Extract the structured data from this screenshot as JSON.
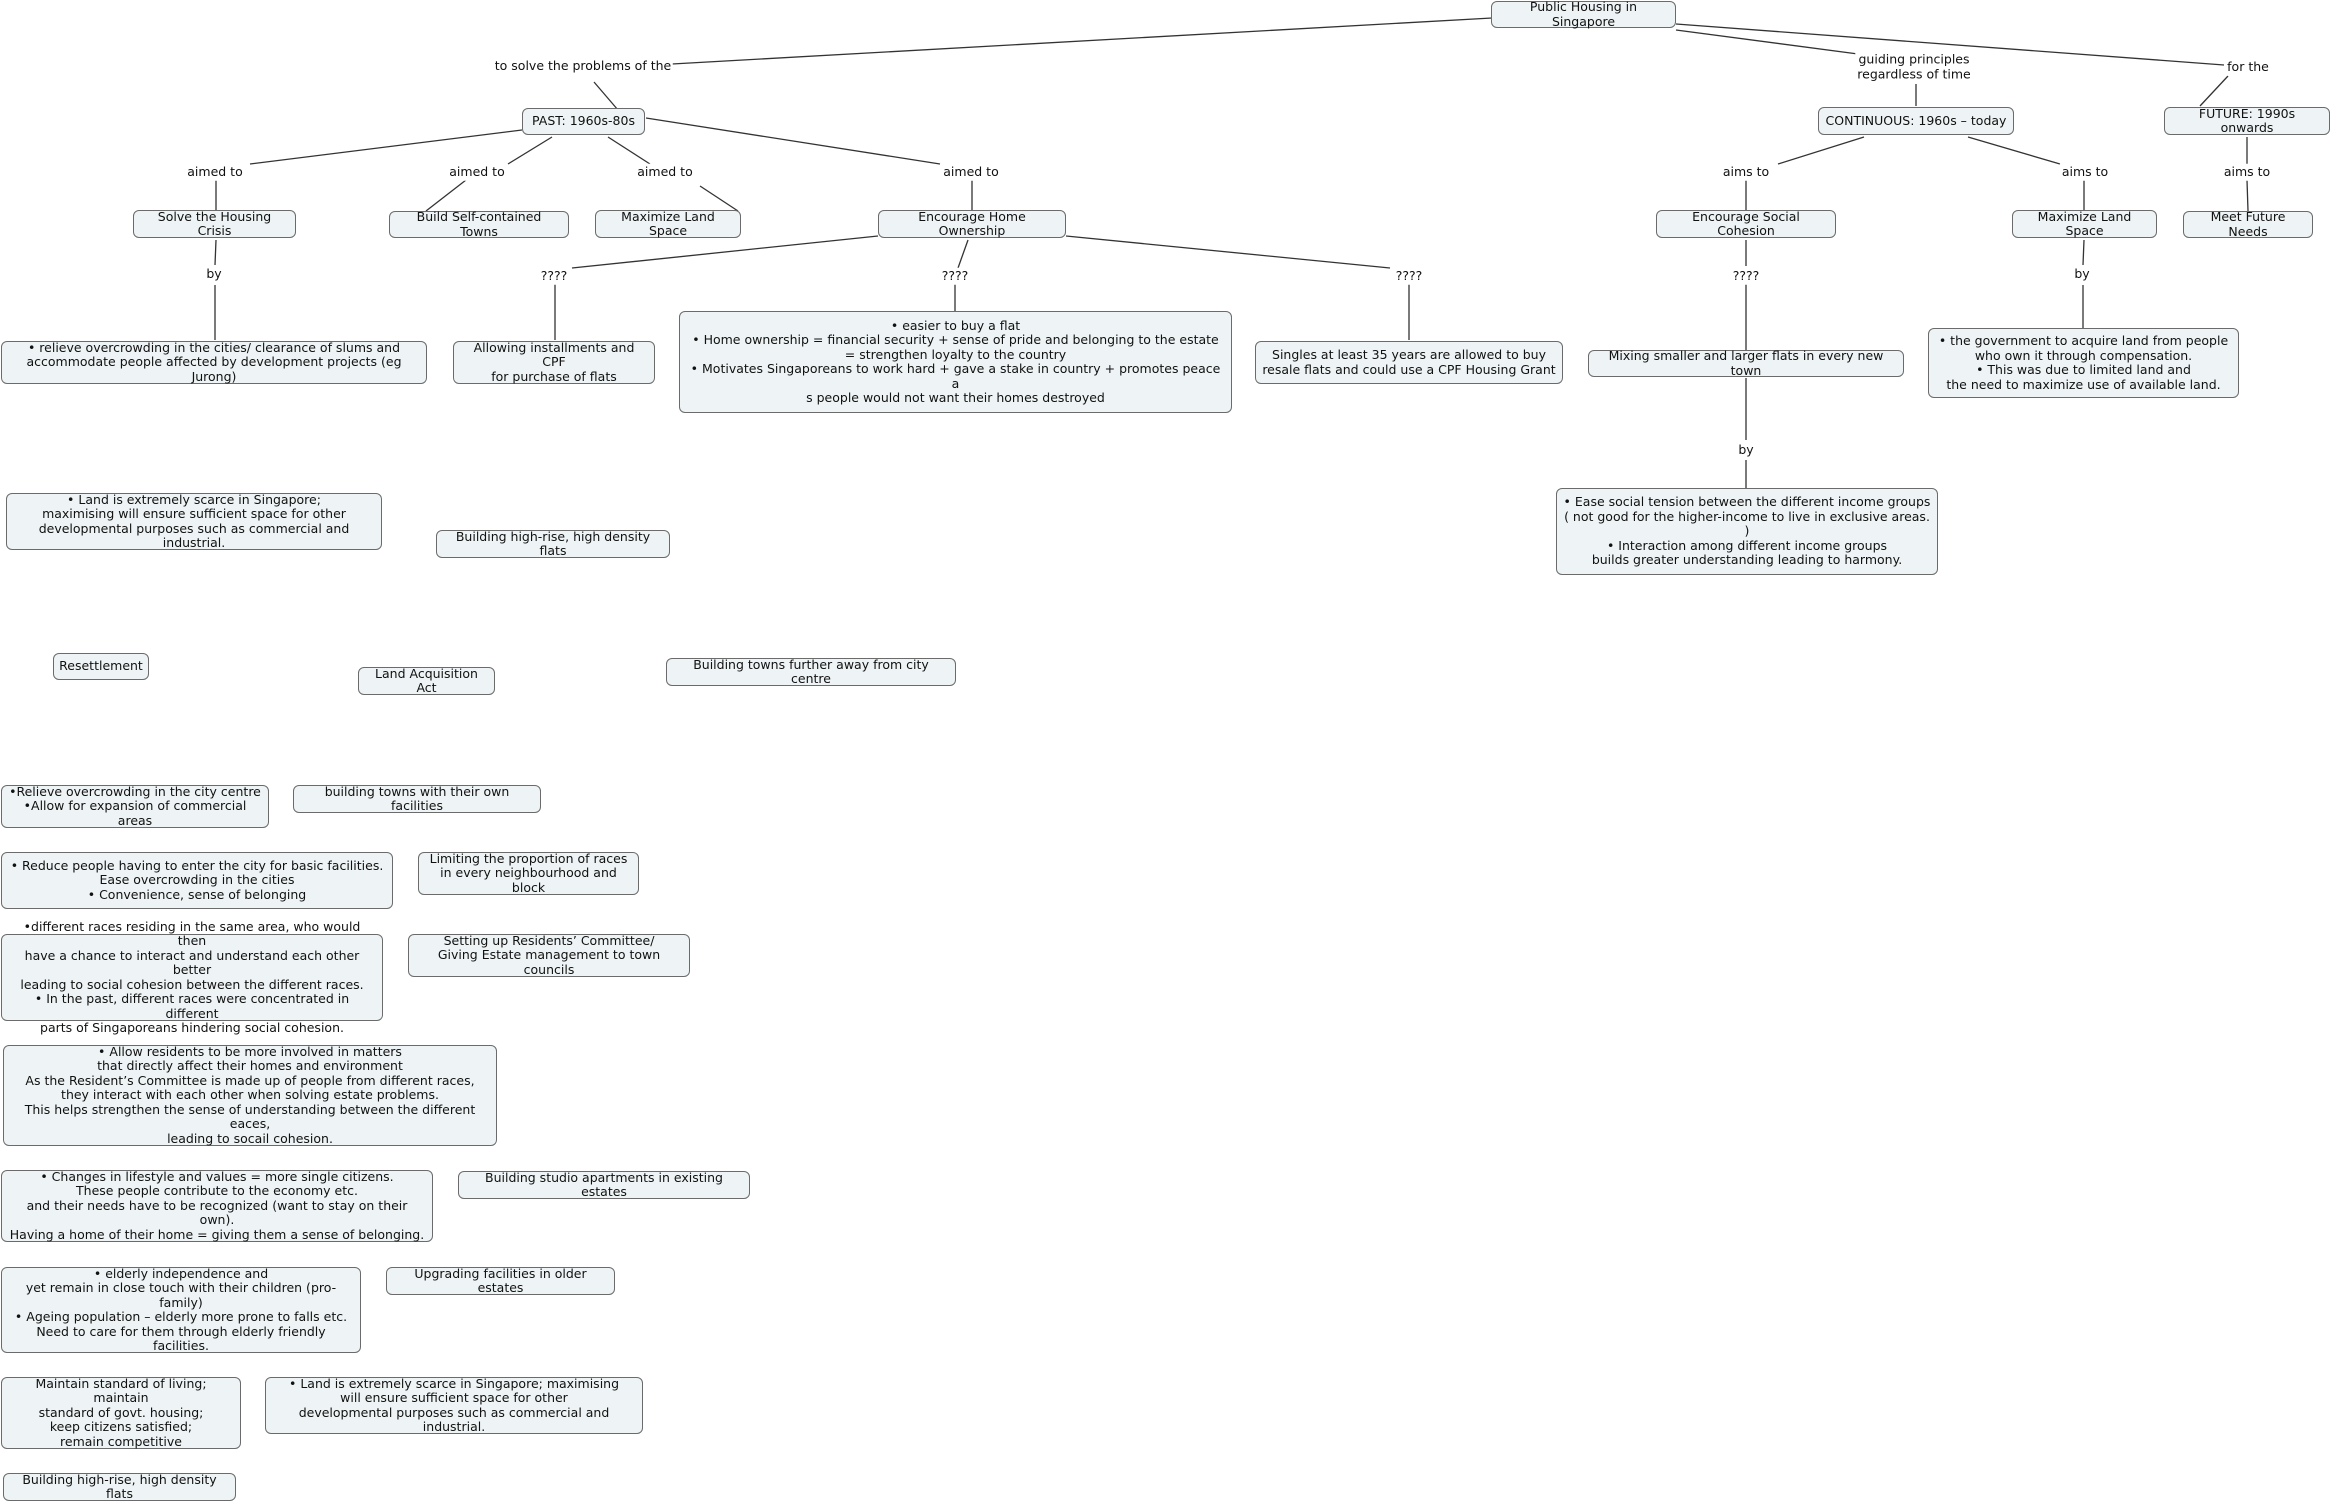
{
  "map": {
    "root": "Public Housing in Singapore",
    "links": {
      "solve": "to solve the problems of the",
      "guiding": "guiding principles\nregardless of time",
      "for": "for the",
      "aimed1": "aimed to",
      "aimed2": "aimed to",
      "aimed3": "aimed to",
      "aimed4": "aimed to",
      "by1": "by",
      "q1": "????",
      "q2": "????",
      "q3": "????",
      "aims1": "aims to",
      "aims2": "aims to",
      "aims3": "aims to",
      "q4": "????",
      "by2": "by",
      "by3": "by"
    },
    "nodes": {
      "past": "PAST: 1960s-80s",
      "continuous": "CONTINUOUS: 1960s – today",
      "future": "FUTURE: 1990s onwards",
      "housing_crisis": "Solve the Housing Crisis",
      "self_contained": "Build Self-contained Towns",
      "maximize_land_past": "Maximize Land Space",
      "home_ownership": "Encourage Home Ownership",
      "social_cohesion": "Encourage Social Cohesion",
      "maximize_land_cont": "Maximize Land Space",
      "future_needs": "Meet Future Needs",
      "relieve": "• relieve overcrowding in the cities/ clearance of slums and\naccommodate people affected by development projects (eg Jurong)",
      "installments": "Allowing installments and CPF\nfor purchase of flats",
      "easier": "•      easier to buy a flat\n•     Home ownership = financial security + sense of pride and belonging to the estate\n= strengthen loyalty to the country\n•     Motivates Singaporeans to work hard + gave a stake in country + promotes peace a\ns people would not want their homes destroyed",
      "singles": "Singles at least 35 years are allowed to buy\nresale flats and could use a CPF Housing Grant",
      "mixing": "Mixing smaller and larger flats in every new town",
      "govt_acquire": "•     the government to acquire land from people\nwho own it through compensation.\n•     This was due to limited land and\nthe need to maximize use of available land.",
      "ease_tension": "•     Ease social tension between the different income groups\n( not good for the higher-income to live in exclusive areas. )\n•     Interaction among different income groups\nbuilds greater understanding leading to harmony.",
      "land_scarce_1": "•     Land is extremely scarce in Singapore;\nmaximising will ensure sufficient space  for other\ndevelopmental purposes such as commercial and industrial.",
      "high_rise_1": "Building high-rise, high density flats",
      "resettlement": "Resettlement",
      "land_acq_act": "Land Acquisition Act",
      "towns_further": "Building towns further away from city centre",
      "relieve_city": "•Relieve overcrowding in the city centre\n•Allow for expansion of commercial areas",
      "own_facilities": "building towns with their own facilities",
      "reduce_people": "•     Reduce people having to enter the city for basic facilities.\nEase overcrowding in the cities\n•     Convenience, sense of belonging",
      "limiting_races": "Limiting the proportion of races\nin every neighbourhood and block",
      "diff_races": "•different races residing in the same area, who would then\nhave a chance to interact and understand each other better\nleading to social cohesion between the different races.\n• In the past, different races were concentrated in different\nparts of Singaporeans hindering social cohesion.",
      "residents_committee": "Setting up Residents’ Committee/\nGiving Estate management to town councils",
      "allow_residents": "•     Allow residents to be more involved in matters\nthat directly affect their homes and environment\nAs the Resident’s Committee is made up of people from different races,\nthey interact with each other when solving estate problems.\nThis helps strengthen the sense of understanding between the different eaces,\nleading to socail cohesion.",
      "changes_lifestyle": "•     Changes in lifestyle and values = more single citizens.\nThese people contribute to the economy etc.\nand their needs have to be recognized (want to stay on their own).\nHaving a home of their home = giving them a sense of belonging.",
      "studio_apts": "Building studio apartments in existing estates",
      "elderly": "•     elderly independence and\nyet remain in close touch with their children (pro-family)\n•     Ageing population – elderly more prone to falls etc.\nNeed to care for them through elderly friendly facilities.",
      "upgrading": "Upgrading facilities in older estates",
      "maintain_standard": "Maintain standard of living; maintain\nstandard of govt. housing;\nkeep citizens satisfied;\nremain competitive",
      "land_scarce_2": "•     Land is extremely scarce in Singapore; maximising\nwill ensure sufficient space  for other\ndevelopmental purposes such as commercial and industrial.",
      "high_rise_2": "Building high-rise, high density flats"
    },
    "colors": {
      "node_fill": "#eef4f5",
      "node_border": "#6b6b6b",
      "line": "#333333"
    }
  }
}
